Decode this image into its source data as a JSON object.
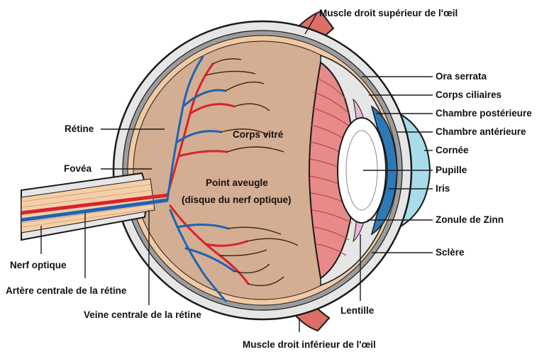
{
  "diagram": {
    "labels": {
      "muscle_superieur": "Muscle droit supérieur de l'œil",
      "ora_serrata": "Ora serrata",
      "corps_ciliaires": "Corps ciliaires",
      "chambre_posterieure": "Chambre postérieure",
      "chambre_anterieure": "Chambre antérieure",
      "cornee": "Cornée",
      "pupille": "Pupille",
      "iris": "Iris",
      "zonule": "Zonule de Zinn",
      "sclere": "Sclère",
      "retine": "Rétine",
      "fovea": "Fovéa",
      "corps_vitre": "Corps vitré",
      "point_aveugle_1": "Point aveugle",
      "point_aveugle_2": "(disque du nerf optique)",
      "nerf_optique": "Nerf optique",
      "artere": "Artère centrale de la rétine",
      "veine": "Veine centrale de la rétine",
      "lentille": "Lentille",
      "muscle_inferieur": "Muscle droit inférieur de l'œil"
    },
    "colors": {
      "vitreous": "#d4ae92",
      "sclera": "#e6e6e6",
      "choroid": "#9c9c9c",
      "nerve_fiber": "#f5cfa8",
      "artery": "#d8232a",
      "vein": "#1f63b3",
      "muscle": "#dc6e66",
      "ciliary": "#e98a8a",
      "cornea": "#a9dcea",
      "iris": "#2c79b8",
      "zonule": "#e6b8d6",
      "lens": "#ffffff",
      "outline": "#1a1a1a"
    }
  }
}
